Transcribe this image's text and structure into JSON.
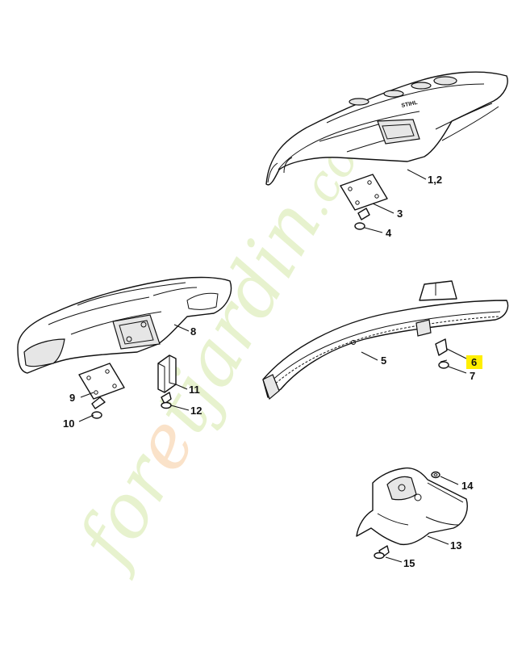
{
  "watermark": {
    "text": "foretjardin.com",
    "colors": {
      "main": "#b5d96a",
      "accent": "#f2a65a"
    }
  },
  "highlight_color": "#ffef00",
  "parts": [
    {
      "id": "p1",
      "label": "1,2"
    },
    {
      "id": "p3",
      "label": "3"
    },
    {
      "id": "p4",
      "label": "4"
    },
    {
      "id": "p5",
      "label": "5"
    },
    {
      "id": "p6",
      "label": "6",
      "highlighted": true
    },
    {
      "id": "p7",
      "label": "7"
    },
    {
      "id": "p8",
      "label": "8"
    },
    {
      "id": "p9",
      "label": "9"
    },
    {
      "id": "p10",
      "label": "10"
    },
    {
      "id": "p11",
      "label": "11"
    },
    {
      "id": "p12",
      "label": "12"
    },
    {
      "id": "p13",
      "label": "13"
    },
    {
      "id": "p14",
      "label": "14"
    },
    {
      "id": "p15",
      "label": "15"
    }
  ],
  "brand_mark": "STIHL"
}
